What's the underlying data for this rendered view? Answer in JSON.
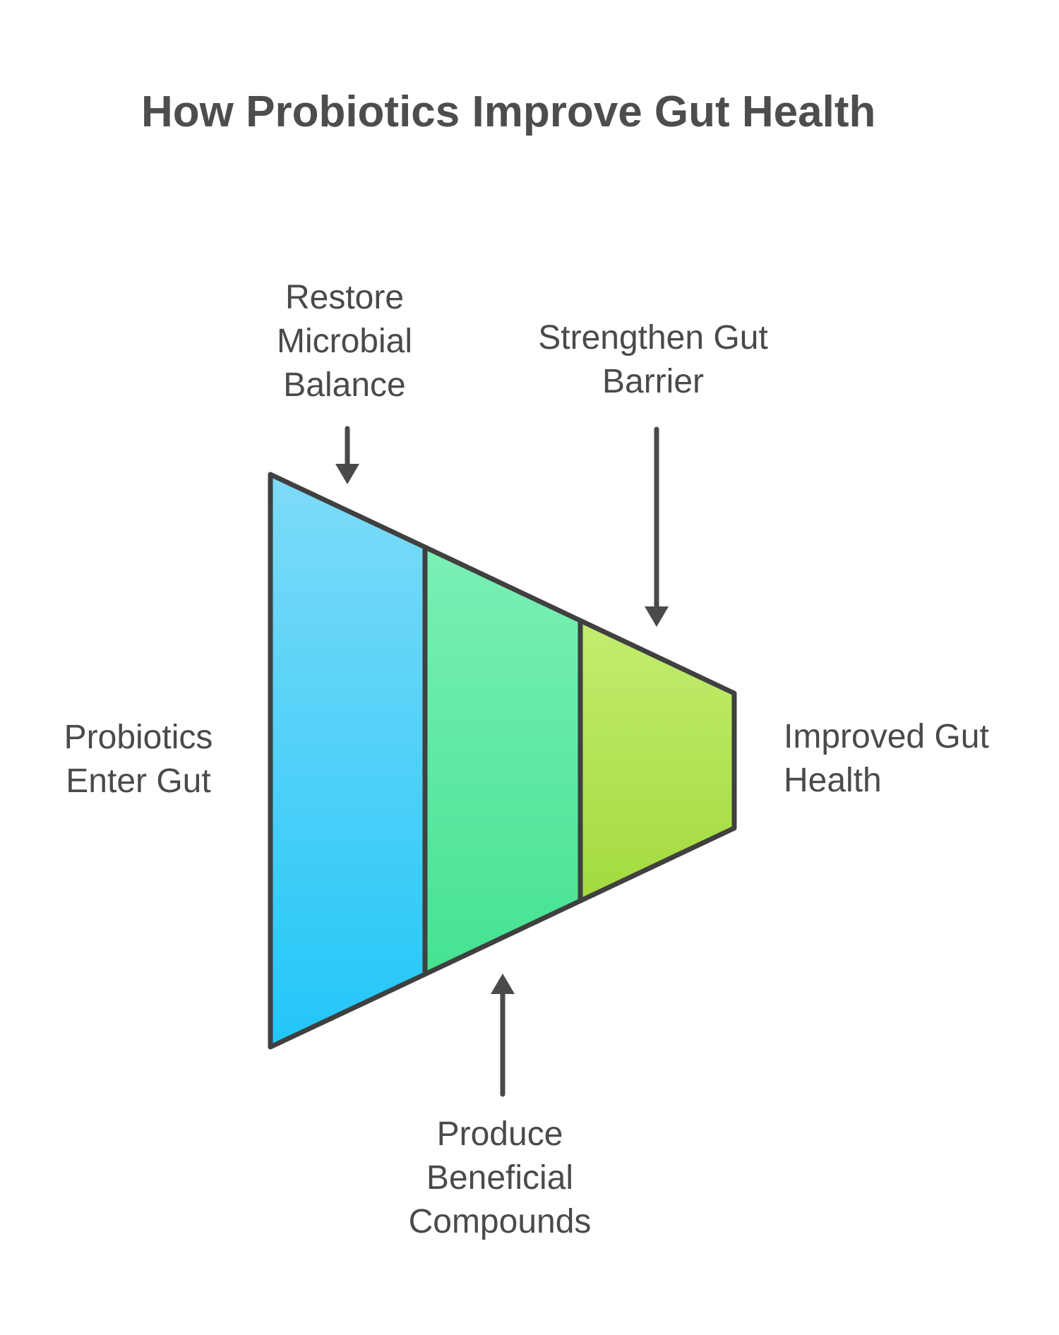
{
  "title": "How Probiotics Improve Gut Health",
  "funnel": {
    "stages": [
      {
        "name": "Restore Microbial Balance",
        "color_top": "#7EDBF8",
        "color_bottom": "#22C6F8"
      },
      {
        "name": "Produce Beneficial Compounds",
        "color_top": "#7BF0B5",
        "color_bottom": "#45E291"
      },
      {
        "name": "Strengthen Gut Barrier",
        "color_top": "#C3ED6F",
        "color_bottom": "#A2DA3E"
      }
    ],
    "input_label": "Probiotics Enter Gut",
    "output_label": "Improved Gut Health"
  },
  "labels": {
    "restore": [
      "Restore",
      "Microbial",
      "Balance"
    ],
    "strengthen": [
      "Strengthen Gut",
      "Barrier"
    ],
    "probiotics": [
      "Probiotics",
      "Enter Gut"
    ],
    "improved": [
      "Improved Gut",
      "Health"
    ],
    "produce": [
      "Produce",
      "Beneficial",
      "Compounds"
    ]
  },
  "colors": {
    "outline": "#404040",
    "arrow": "#4A4A4A",
    "text": "#4A4A4A",
    "title": "#4D4D4D",
    "background": "#FFFFFF"
  }
}
